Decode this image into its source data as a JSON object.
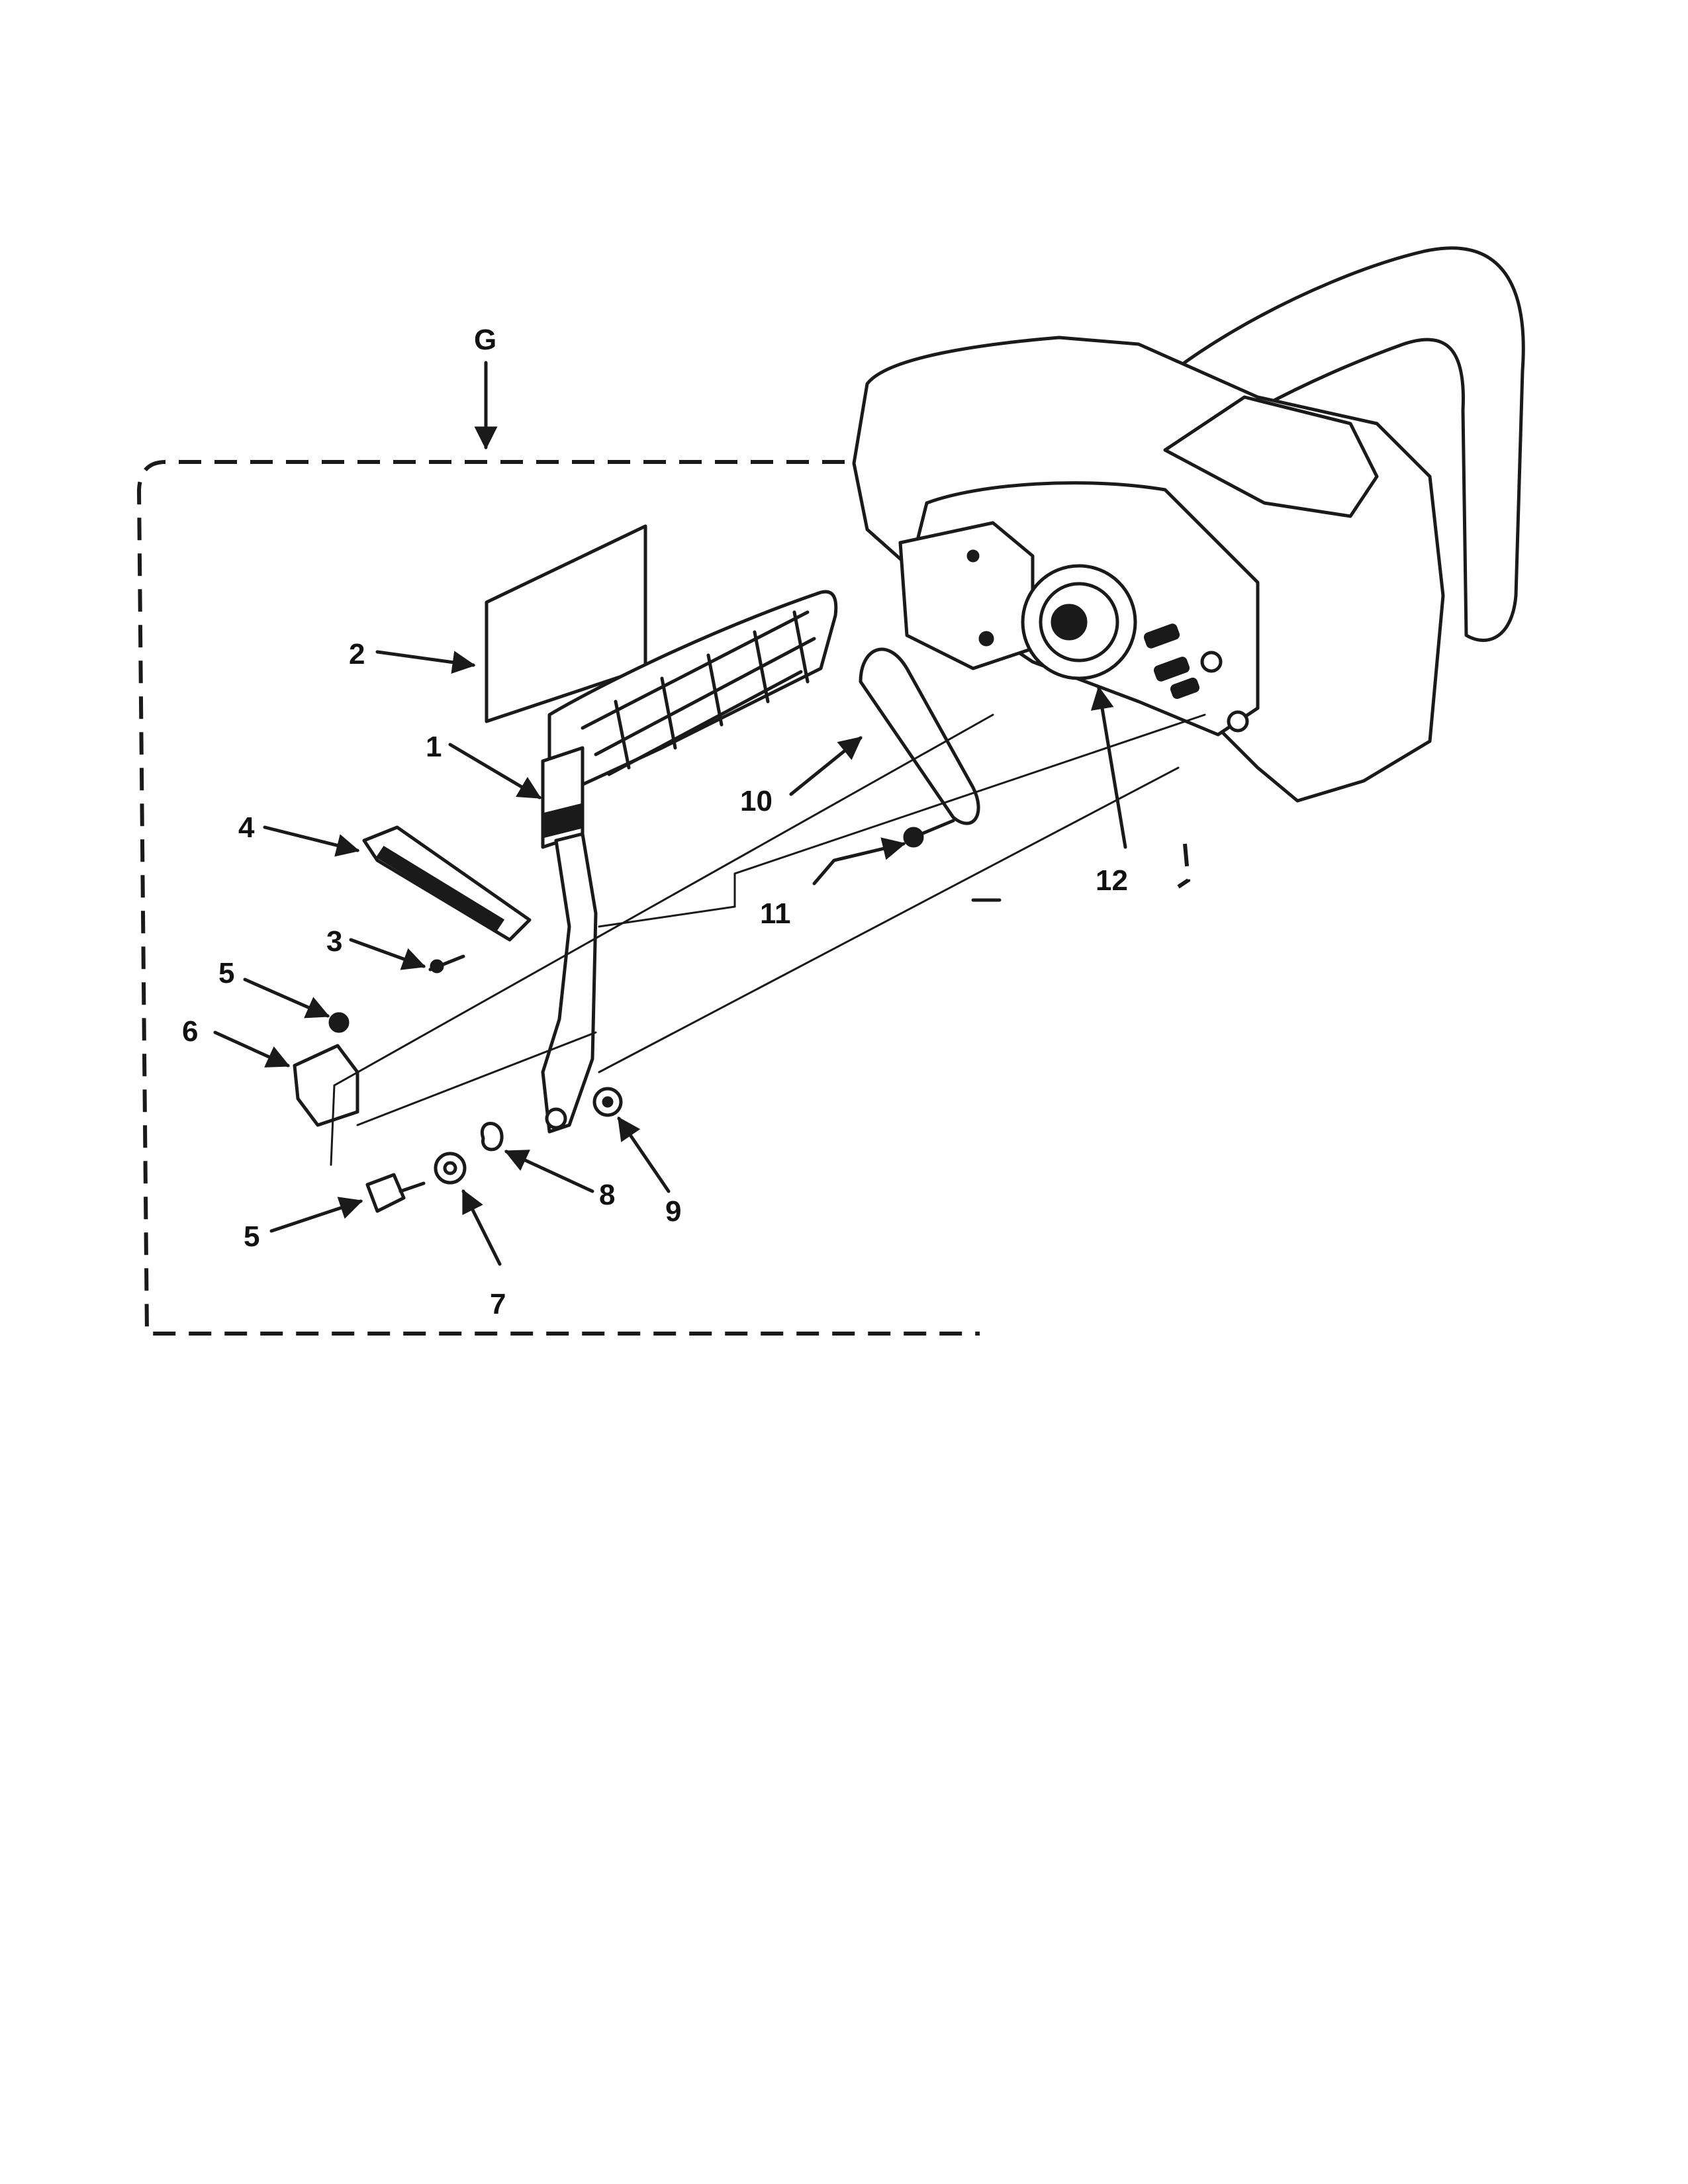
{
  "diagram": {
    "group_label": "G",
    "callouts": [
      {
        "id": "c1",
        "text": "1"
      },
      {
        "id": "c2",
        "text": "2"
      },
      {
        "id": "c3",
        "text": "3"
      },
      {
        "id": "c4",
        "text": "4"
      },
      {
        "id": "c5a",
        "text": "5"
      },
      {
        "id": "c5b",
        "text": "5"
      },
      {
        "id": "c6",
        "text": "6"
      },
      {
        "id": "c7",
        "text": "7"
      },
      {
        "id": "c8",
        "text": "8"
      },
      {
        "id": "c9",
        "text": "9"
      },
      {
        "id": "c10",
        "text": "10"
      },
      {
        "id": "c11",
        "text": "11"
      },
      {
        "id": "c12",
        "text": "12"
      }
    ],
    "colors": {
      "ink": "#1a1a1a",
      "paper": "#ffffff"
    }
  }
}
